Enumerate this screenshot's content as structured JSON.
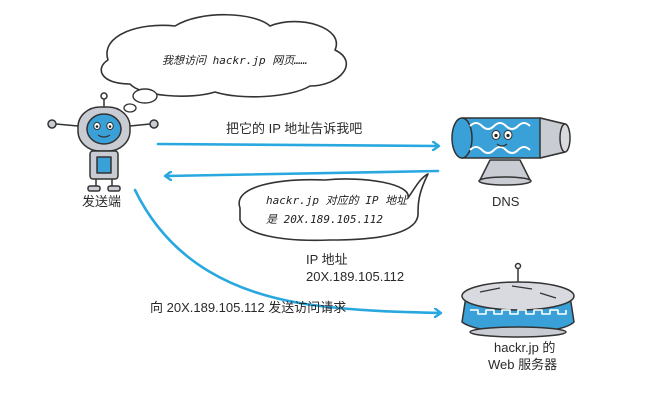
{
  "bubbles": {
    "client_thought": "我想访问 hackr.jp 网页……",
    "dns_reply_line1": "hackr.jp 对应的 IP 地址",
    "dns_reply_line2": "是 20X.189.105.112"
  },
  "arrows": {
    "query_label": "把它的 IP 地址告诉我吧",
    "answer_label_line1": "IP 地址",
    "answer_label_line2": "20X.189.105.112",
    "request_label": "向 20X.189.105.112 发送访问请求"
  },
  "nodes": {
    "client_label": "发送端",
    "dns_label": "DNS",
    "web_label_line1": "hackr.jp 的",
    "web_label_line2": "Web 服务器"
  },
  "icons": {
    "client": "robot-client-icon",
    "dns": "dns-server-icon",
    "web": "web-server-icon"
  },
  "colors": {
    "arrow": "#29a8e0",
    "device_blue": "#3aa0d8",
    "outline": "#333333"
  }
}
